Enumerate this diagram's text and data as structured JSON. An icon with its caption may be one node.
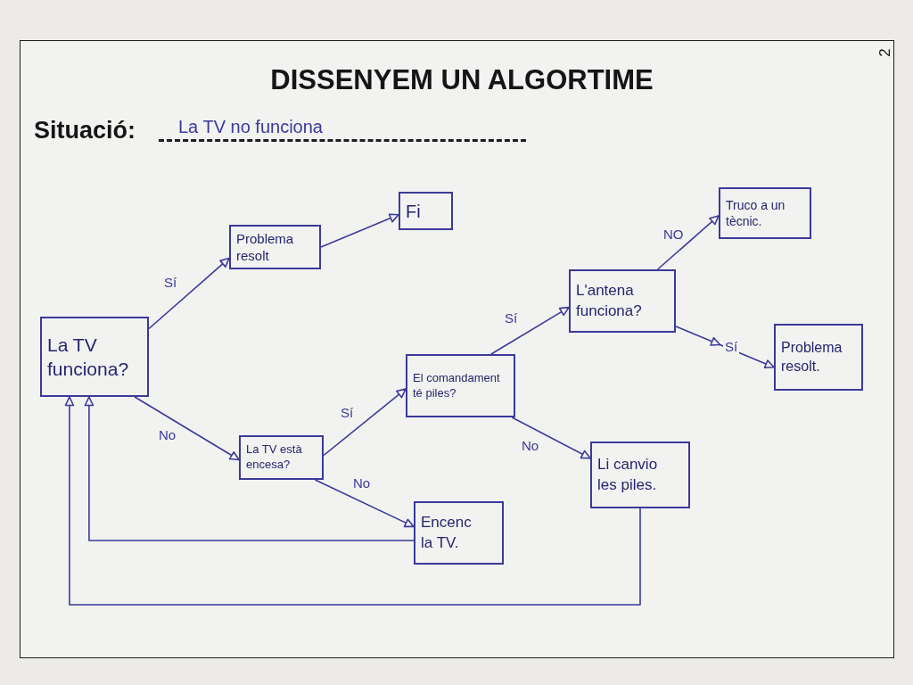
{
  "diagram": {
    "title": "DISSENYEM UN ALGORTIME",
    "nodes": [
      {
        "text": [
          "La TV funciona?"
        ]
      },
      {
        "text": [
          "Problema resolt"
        ]
      },
      {
        "text": [
          "Fi"
        ]
      },
      {
        "text": [
          "La TV està encesa?"
        ]
      },
      {
        "text": [
          "El comandament té piles?"
        ]
      },
      {
        "text": [
          "Encenc la TV."
        ]
      },
      {
        "text": [
          "L'antena funciona?"
        ]
      },
      {
        "text": [
          "Li canvio les piles."
        ]
      },
      {
        "text": [
          "Truco a un tècnic."
        ]
      },
      {
        "text": [
          "Problema resolt."
        ]
      }
    ],
    "edges": [
      {
        "from": 0,
        "to": 1,
        "arrow": "to",
        "label": "Sí"
      },
      {
        "from": 1,
        "to": 2,
        "arrow": "to"
      },
      {
        "from": 0,
        "to": 3,
        "arrow": "to",
        "label": "No"
      },
      {
        "from": 3,
        "to": 4,
        "arrow": "to",
        "label": "Sí"
      },
      {
        "from": 3,
        "to": 5,
        "arrow": "to",
        "label": "No"
      },
      {
        "from": 4,
        "to": 6,
        "arrow": "to",
        "label": "Sí"
      },
      {
        "from": 4,
        "to": 7,
        "arrow": "to",
        "label": "No"
      },
      {
        "from": 6,
        "to": 8,
        "arrow": "to",
        "label": "NO"
      },
      {
        "from": 6,
        "to": 9,
        "arrow": "to",
        "label": "Sí"
      },
      {
        "from": 5,
        "to": 0,
        "arrow": "to"
      },
      {
        "from": 7,
        "to": 0,
        "arrow": "to"
      }
    ],
    "labels": [
      "2",
      "Situació:",
      "La TV no funciona"
    ]
  }
}
